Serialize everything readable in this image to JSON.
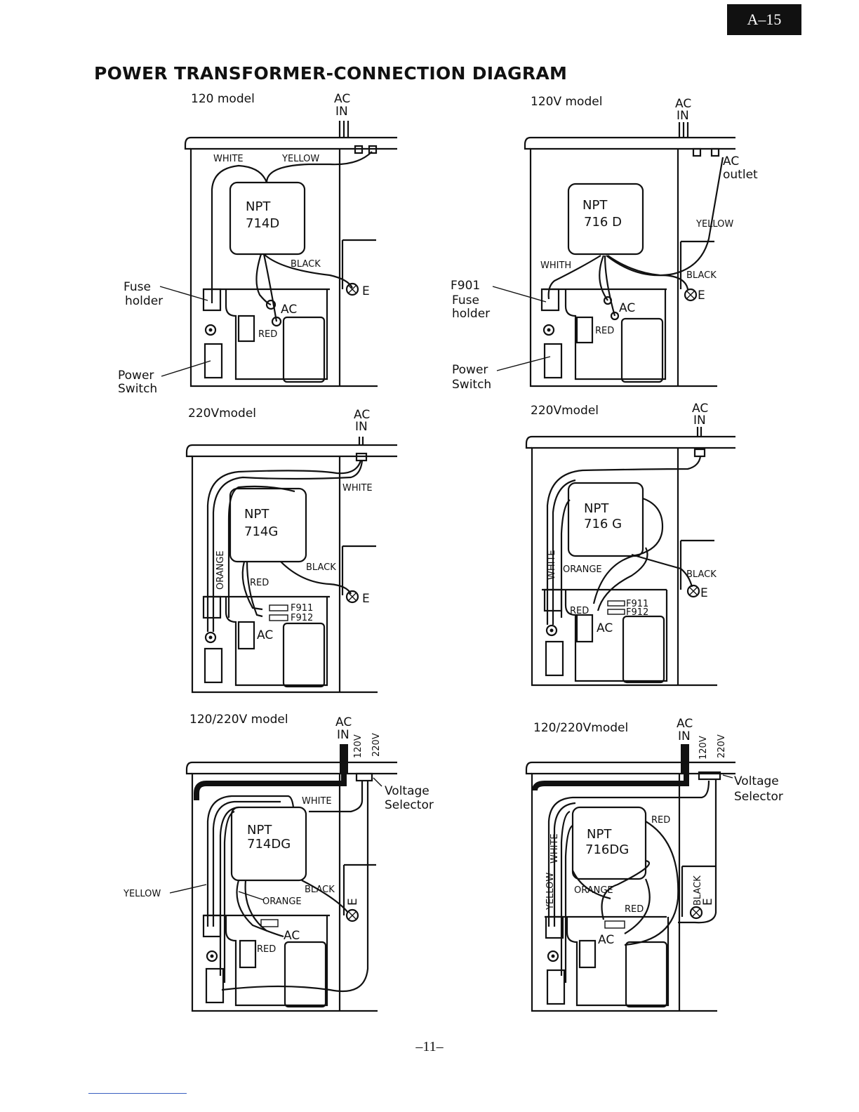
{
  "page_tag": "A–15",
  "title": "POWER TRANSFORMER-CONNECTION DIAGRAM",
  "page_number": "–11–",
  "common": {
    "ac": "AC",
    "in": "IN",
    "e": "E",
    "v120": "120V",
    "v220": "220V"
  },
  "diagrams": [
    {
      "model": "120 model",
      "npt": "NPT",
      "part": "714D",
      "wires": {
        "white": "WHITE",
        "yellow": "YELLOW",
        "black": "BLACK",
        "red": "RED",
        "ac": "AC"
      },
      "callouts": {
        "fuse_1": "Fuse",
        "fuse_2": "holder",
        "power_1": "Power",
        "power_2": "Switch"
      }
    },
    {
      "model": "120V model",
      "npt": "NPT",
      "part": "716 D",
      "wires": {
        "ac_outlet_1": "AC",
        "ac_outlet_2": "outlet",
        "yellow": "YELLOW",
        "white": "WHITH",
        "black": "BLACK",
        "red": "RED",
        "ac": "AC"
      },
      "callouts": {
        "fuse_0": "F901",
        "fuse_1": "Fuse",
        "fuse_2": "holder",
        "power_1": "Power",
        "power_2": "Switch"
      }
    },
    {
      "model": "220Vmodel",
      "npt": "NPT",
      "part": "714G",
      "wires": {
        "white": "WHITE",
        "orange": "ORANGE",
        "black": "BLACK",
        "red": "RED",
        "f911": "F911",
        "f912": "F912",
        "ac": "AC"
      }
    },
    {
      "model": "220Vmodel",
      "npt": "NPT",
      "part": "716 G",
      "wires": {
        "white": "WHITE",
        "orange": "ORANGE",
        "black": "BLACK",
        "red": "RED",
        "f911": "F911",
        "f912": "F912",
        "ac": "AC"
      }
    },
    {
      "model": "120/220V model",
      "npt": "NPT",
      "part": "714DG",
      "wires": {
        "white": "WHITE",
        "yellow": "YELLOW",
        "black": "BLACK",
        "orange": "ORANGE",
        "red": "RED",
        "ac": "AC"
      },
      "callouts": {
        "voltage_1": "Voltage",
        "voltage_2": "Selector"
      }
    },
    {
      "model": "120/220Vmodel",
      "npt": "NPT",
      "part": "716DG",
      "wires": {
        "red": "RED",
        "white": "WHITE",
        "yellow": "YELLOW",
        "orange": "ORANGE",
        "black": "BLACK",
        "red2": "RED",
        "ac": "AC"
      },
      "callouts": {
        "voltage_1": "Voltage",
        "voltage_2": "Selector"
      }
    }
  ]
}
